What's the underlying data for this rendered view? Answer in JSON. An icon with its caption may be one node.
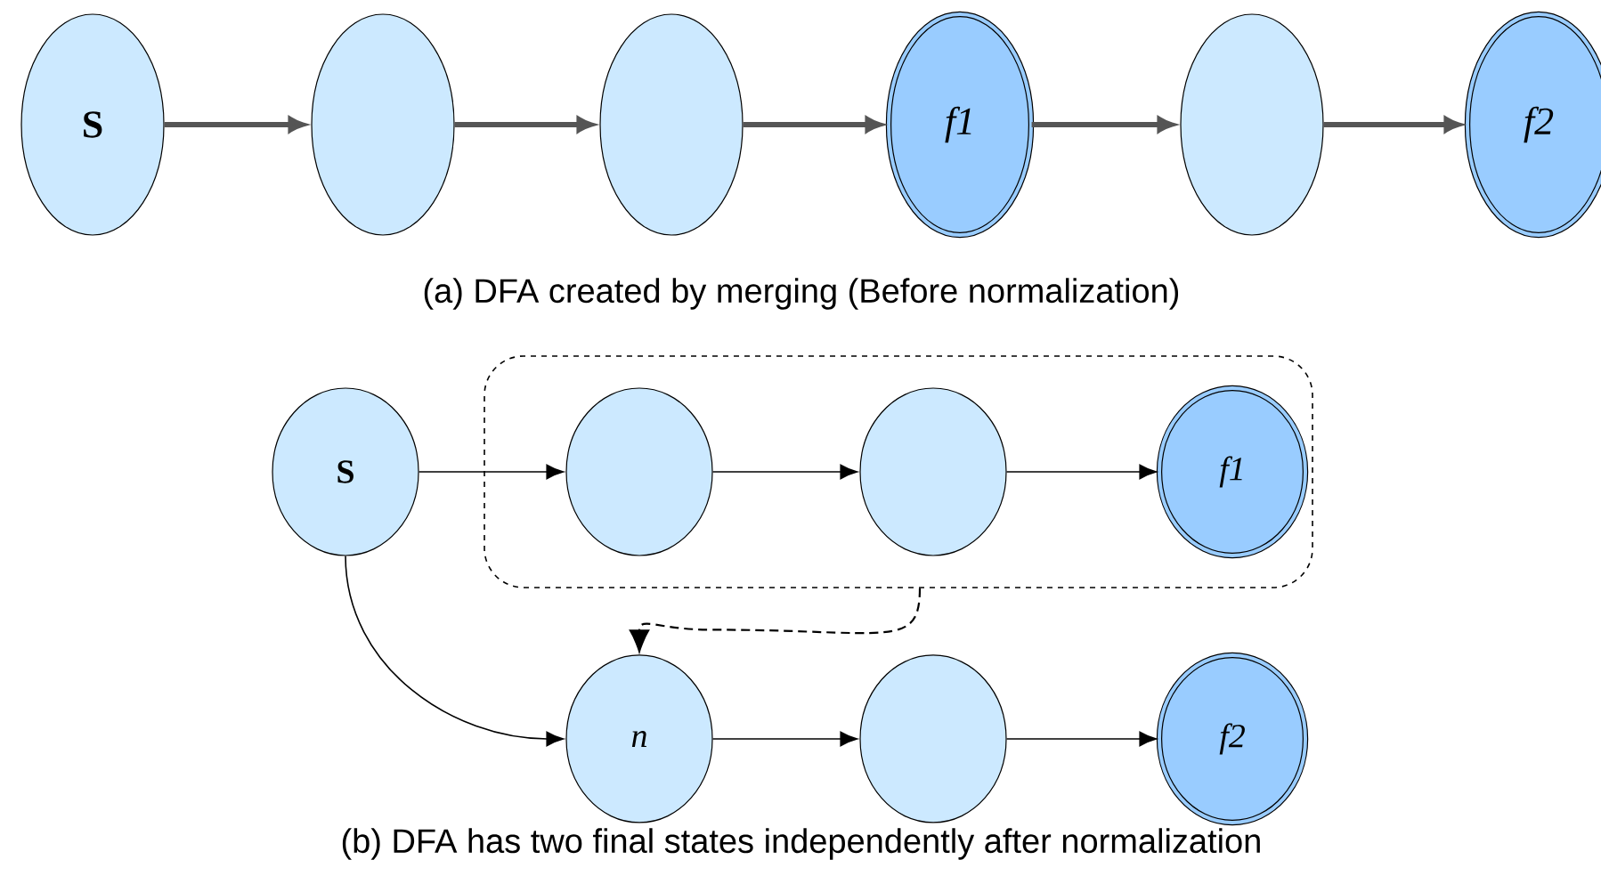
{
  "diagram": {
    "nodes": [
      {
        "text": [
          "S"
        ]
      },
      {
        "text": [],
        "shape": "circle"
      },
      {
        "text": [],
        "shape": "circle"
      },
      {
        "text": [
          "f1"
        ]
      },
      {
        "text": [],
        "shape": "circle"
      },
      {
        "text": [
          "f2"
        ]
      },
      {
        "text": [
          "S"
        ]
      },
      {
        "text": [],
        "shape": "box"
      },
      {
        "text": [],
        "shape": "circle",
        "in": 7
      },
      {
        "text": [],
        "shape": "circle",
        "in": 7
      },
      {
        "text": [
          "f1"
        ],
        "in": 7
      },
      {
        "text": [
          "n"
        ]
      },
      {
        "text": [],
        "shape": "circle"
      },
      {
        "text": [
          "f2"
        ]
      }
    ],
    "edges": [
      {
        "from": 0,
        "to": 1,
        "arrow": "to",
        "style": "thick",
        "color": "#555555"
      },
      {
        "from": 1,
        "to": 2,
        "arrow": "to",
        "style": "thick",
        "color": "#555555"
      },
      {
        "from": 2,
        "to": 3,
        "arrow": "to",
        "style": "thick",
        "color": "#555555"
      },
      {
        "from": 3,
        "to": 4,
        "arrow": "to",
        "style": "thick",
        "color": "#555555"
      },
      {
        "from": 4,
        "to": 5,
        "arrow": "to",
        "style": "thick",
        "color": "#555555"
      },
      {
        "from": 6,
        "to": 8,
        "arrow": "to"
      },
      {
        "from": 8,
        "to": 9,
        "arrow": "to"
      },
      {
        "from": 9,
        "to": 10,
        "arrow": "to"
      },
      {
        "from": 6,
        "to": 11,
        "arrow": "to"
      },
      {
        "from": 7,
        "to": 11,
        "arrow": "to",
        "style": "dashed"
      },
      {
        "from": 11,
        "to": 12,
        "arrow": "to"
      },
      {
        "from": 12,
        "to": 13,
        "arrow": "to"
      }
    ],
    "labels": [
      "(a)  DFA created by merging (Before normalization)",
      "(b)  DFA has two final states independently after normalization"
    ]
  }
}
